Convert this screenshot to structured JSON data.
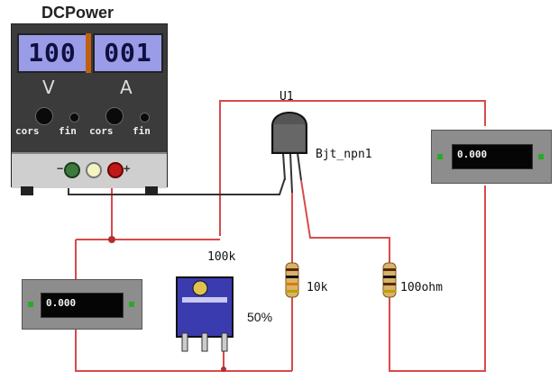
{
  "power_supply": {
    "title": "DCPower",
    "voltage_display": "100",
    "current_display": "001",
    "voltage_symbol": "V",
    "current_symbol": "A",
    "coarse_label": "cors",
    "fine_label": "fin",
    "negative_terminal": "−",
    "positive_terminal": "+"
  },
  "transistor": {
    "ref": "U1",
    "model": "Bjt_npn1"
  },
  "potentiometer": {
    "value": "100k",
    "setting": "50%"
  },
  "resistors": [
    {
      "value": "10k"
    },
    {
      "value": "100ohm"
    }
  ],
  "meters": [
    {
      "reading": "0.000"
    },
    {
      "reading": "0.000"
    }
  ],
  "colors": {
    "wire_red": "#d94a4a",
    "wire_dark": "#333333",
    "lcd_blue": "#9a9ce8",
    "meter_gray": "#8d8d8d",
    "pot_blue": "#3b3bb0"
  }
}
